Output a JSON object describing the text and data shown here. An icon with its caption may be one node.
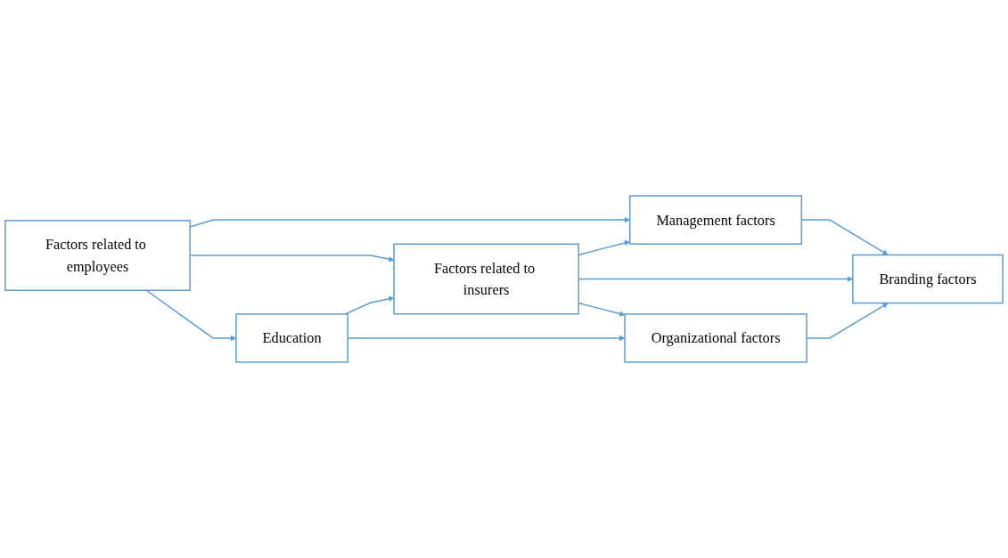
{
  "diagram": {
    "nodes": [
      {
        "text": [
          "Management factors"
        ]
      },
      {
        "text": [
          "Factors related to employees"
        ]
      },
      {
        "text": [
          "Factors related to insurers"
        ]
      },
      {
        "text": [
          "Branding factors"
        ]
      },
      {
        "text": [
          "Education"
        ]
      },
      {
        "text": [
          "Organizational factors"
        ]
      }
    ],
    "edges": [
      {
        "from": 1,
        "to": 0,
        "arrow": "to"
      },
      {
        "from": 1,
        "to": 2,
        "arrow": "to"
      },
      {
        "from": 1,
        "to": 4,
        "arrow": "to"
      },
      {
        "from": 4,
        "to": 2,
        "arrow": "to"
      },
      {
        "from": 2,
        "to": 0,
        "arrow": "to"
      },
      {
        "from": 0,
        "to": 3,
        "arrow": "to"
      },
      {
        "from": 2,
        "to": 3,
        "arrow": "to"
      },
      {
        "from": 2,
        "to": 5,
        "arrow": "to"
      },
      {
        "from": 4,
        "to": 5,
        "arrow": "to"
      },
      {
        "from": 5,
        "to": 3,
        "arrow": "to"
      }
    ]
  }
}
